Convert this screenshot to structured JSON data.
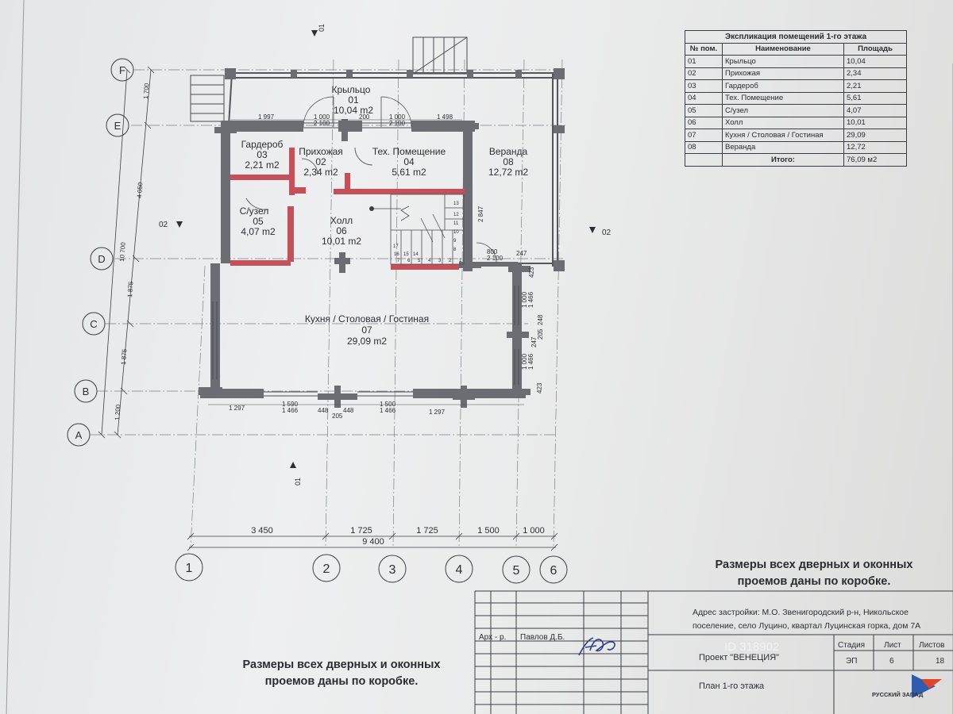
{
  "explication": {
    "title": "Экспликация помещений 1-го этажа",
    "headers": [
      "№ пом.",
      "Наименование",
      "Площадь"
    ],
    "rows": [
      {
        "num": "01",
        "name": "Крыльцо",
        "area": "10,04"
      },
      {
        "num": "02",
        "name": "Прихожая",
        "area": "2,34"
      },
      {
        "num": "03",
        "name": "Гардероб",
        "area": "2,21"
      },
      {
        "num": "04",
        "name": "Тех. Помещение",
        "area": "5,61"
      },
      {
        "num": "05",
        "name": "С/узел",
        "area": "4,07"
      },
      {
        "num": "06",
        "name": "Холл",
        "area": "10,01"
      },
      {
        "num": "07",
        "name": "Кухня / Столовая / Гостиная",
        "area": "29,09"
      },
      {
        "num": "08",
        "name": "Веранда",
        "area": "12,72"
      }
    ],
    "total_label": "Итого:",
    "total_value": "76,09 м2"
  },
  "rooms": [
    {
      "id": "krylco",
      "name": "Крыльцо",
      "num": "01",
      "area": "10,04 m2"
    },
    {
      "id": "garderob",
      "name": "Гардероб",
      "num": "03",
      "area": "2,21 m2"
    },
    {
      "id": "prihozhaya",
      "name": "Прихожая",
      "num": "02",
      "area": "2,34 m2"
    },
    {
      "id": "teh",
      "name": "Тех. Помещение",
      "num": "04",
      "area": "5,61 m2"
    },
    {
      "id": "veranda",
      "name": "Веранда",
      "num": "08",
      "area": "12,72 m2"
    },
    {
      "id": "suzel",
      "name": "С/узел",
      "num": "05",
      "area": "4,07 m2"
    },
    {
      "id": "holl",
      "name": "Холл",
      "num": "06",
      "area": "10,01 m2"
    },
    {
      "id": "kuhnya",
      "name": "Кухня / Столовая / Гостиная",
      "num": "07",
      "area": "29,09 m2"
    }
  ],
  "axes": {
    "letters": [
      "F",
      "E",
      "D",
      "C",
      "B",
      "A"
    ],
    "numbers": [
      "1",
      "2",
      "3",
      "4",
      "5",
      "6"
    ]
  },
  "dims": {
    "left": [
      "1 700",
      "4 050",
      "10 700",
      "1 875",
      "1 875",
      "1 200"
    ],
    "bottom": [
      "3 450",
      "1 725",
      "1 725",
      "1 500",
      "1 000"
    ],
    "bottom_total": "9 400",
    "wall_top": [
      "1 997",
      "1 000",
      "2 100",
      "200",
      "1 000",
      "2 100",
      "1 498"
    ],
    "wall_bottom": [
      "1 297",
      "1 590",
      "1 466",
      "448",
      "448",
      "205",
      "1 500",
      "1 466",
      "1 297"
    ],
    "wall_misc": [
      "800",
      "2 100",
      "247",
      "423",
      "2 847",
      "1 000",
      "1 466",
      "248",
      "247",
      "205",
      "423",
      "1 466",
      "1 000"
    ]
  },
  "section_marks": {
    "top": "01",
    "bottom": "01",
    "left": "02",
    "right": "02"
  },
  "stair_numbers": [
    "1",
    "2",
    "3",
    "4",
    "5",
    "6",
    "7",
    "8",
    "9",
    "10",
    "11",
    "12",
    "13",
    "14",
    "15",
    "16",
    "17"
  ],
  "note_text": {
    "line1": "Размеры всех дверных и оконных",
    "line2": "проемов даны по коробке."
  },
  "title_block": {
    "address_line1": "Адрес застройки: М.О. Звенигородский р-н, Никольское",
    "address_line2": "поселение, село Луцино, квартал Луцинская горка, дом 7А",
    "role": "Арх - р.",
    "author": "Павлов Д.Б.",
    "stage_header": "Стадия",
    "sheet_header": "Лист",
    "sheets_header": "Листов",
    "stage": "ЭП",
    "sheet": "6",
    "sheets": "18",
    "project": "Проект \"ВЕНЕЦИЯ\"",
    "plan_title": "План 1-го этажа",
    "logo_text": "РУССКИЙ ЗАПАД",
    "watermark": "ID 318902"
  },
  "colors": {
    "wall": "#6c6d73",
    "partition": "#c4505a",
    "line": "#3d3e44",
    "logo": "#2f5cae",
    "logo_accent": "#e0442b"
  }
}
